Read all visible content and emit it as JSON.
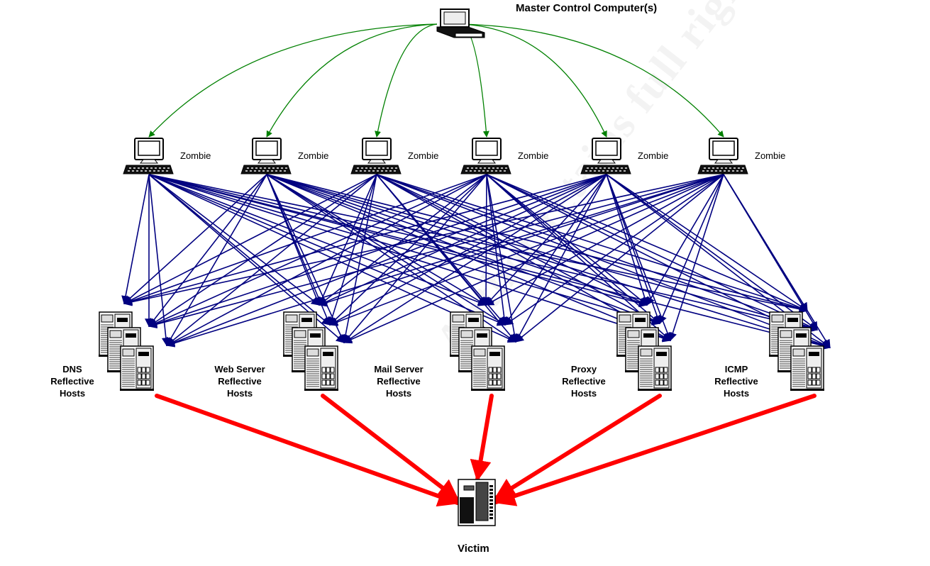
{
  "title": "Master Control Computer(s)",
  "master": {
    "label": "Master Control Computer(s)",
    "icon": "laptop-icon"
  },
  "zombies": [
    {
      "label": "Zombie",
      "icon": "desktop-computer-icon"
    },
    {
      "label": "Zombie",
      "icon": "desktop-computer-icon"
    },
    {
      "label": "Zombie",
      "icon": "desktop-computer-icon"
    },
    {
      "label": "Zombie",
      "icon": "desktop-computer-icon"
    },
    {
      "label": "Zombie",
      "icon": "desktop-computer-icon"
    },
    {
      "label": "Zombie",
      "icon": "desktop-computer-icon"
    }
  ],
  "reflector_groups": [
    {
      "lines": [
        "DNS",
        "Reflective",
        "Hosts"
      ],
      "icon": "server-stack-icon"
    },
    {
      "lines": [
        "Web Server",
        "Reflective",
        "Hosts"
      ],
      "icon": "server-stack-icon"
    },
    {
      "lines": [
        "Mail Server",
        "Reflective",
        "Hosts"
      ],
      "icon": "server-stack-icon"
    },
    {
      "lines": [
        "Proxy",
        "Reflective",
        "Hosts"
      ],
      "icon": "server-stack-icon"
    },
    {
      "lines": [
        "ICMP",
        "Reflective",
        "Hosts"
      ],
      "icon": "server-stack-icon"
    }
  ],
  "victim": {
    "label": "Victim",
    "icon": "server-tower-icon"
  },
  "edges": {
    "master_to_zombies": {
      "color": "#008000",
      "style": "curved-arrow",
      "from": "master",
      "to": "all zombies"
    },
    "zombies_to_reflectors": {
      "color": "#000080",
      "style": "straight-arrow",
      "from": "every zombie",
      "to": "every reflector host (3 per group)"
    },
    "reflectors_to_victim": {
      "color": "#ff0000",
      "style": "thick-arrow",
      "from": "each reflector group",
      "to": "victim"
    }
  },
  "watermark": "Author retains full rights"
}
